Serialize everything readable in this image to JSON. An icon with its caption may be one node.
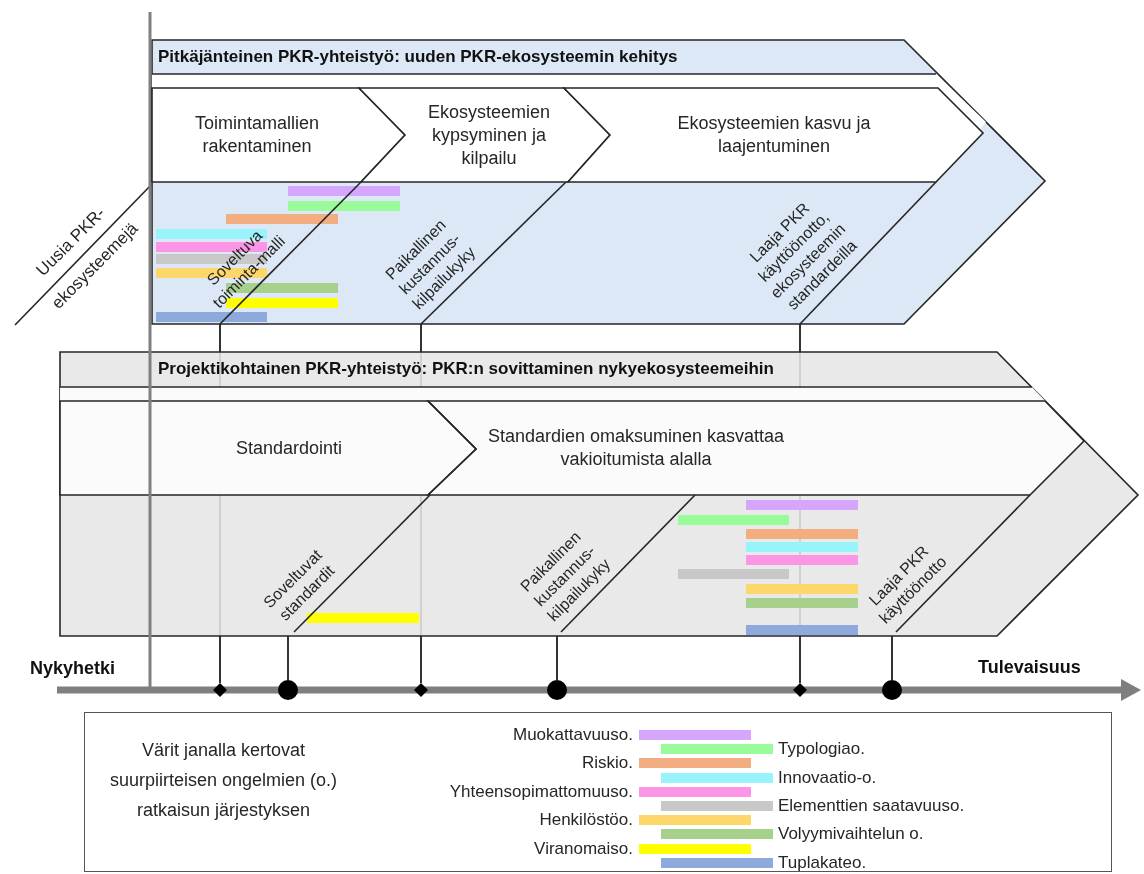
{
  "diagram": {
    "nodes": [
      {
        "text": [
          "Pitkäjänteinen PKR-yhteistyö: uuden PKR-ekosysteemin kehitys"
        ]
      },
      {
        "text": [
          "Toimintamallien rakentaminen"
        ],
        "in": 0
      },
      {
        "text": [
          "Ekosysteemien kypsyminen ja kilpailu"
        ],
        "in": 0
      },
      {
        "text": [
          "Ekosysteemien kasvu ja laajentuminen"
        ],
        "in": 0
      },
      {
        "text": [
          "Soveltuva toiminta-malli"
        ],
        "in": 0
      },
      {
        "text": [
          "Paikallinen kustannus-kilpailukyky"
        ],
        "in": 0
      },
      {
        "text": [
          "Laaja PKR käyttöönotto, ekosysteemin standardeilla"
        ],
        "in": 0
      },
      {
        "text": [
          "Projektikohtainen PKR-yhteistyö: PKR:n sovittaminen nykyekosysteemeihin"
        ]
      },
      {
        "text": [
          "Standardointi"
        ],
        "in": 7
      },
      {
        "text": [
          "Standardien omaksuminen kasvattaa vakioitumista alalla"
        ],
        "in": 7
      },
      {
        "text": [
          "Soveltuvat standardit"
        ],
        "in": 7
      },
      {
        "text": [
          "Paikallinen kustannus-kilpailukyky"
        ],
        "in": 7
      },
      {
        "text": [
          "Laaja PKR käyttöönotto"
        ],
        "in": 7
      },
      {
        "text": [],
        "shape": "diamond"
      },
      {
        "text": [],
        "shape": "circle"
      },
      {
        "text": [],
        "shape": "diamond"
      },
      {
        "text": [],
        "shape": "circle"
      },
      {
        "text": [],
        "shape": "diamond"
      },
      {
        "text": [],
        "shape": "circle"
      }
    ],
    "edges": [
      {
        "from": 4,
        "to": 13,
        "arrow": "none"
      },
      {
        "from": 10,
        "to": 14,
        "arrow": "none"
      },
      {
        "from": 5,
        "to": 15,
        "arrow": "none"
      },
      {
        "from": 11,
        "to": 16,
        "arrow": "none"
      },
      {
        "from": 6,
        "to": 17,
        "arrow": "none"
      },
      {
        "from": 12,
        "to": 18,
        "arrow": "none"
      }
    ],
    "labels": [
      "Uusia PKR-ekosysteemejä",
      "Nykyhetki",
      "Tulevaisuus",
      "Värit janalla kertovat suurpiirteisen ongelmien (o.) ratkaisun järjestyksen"
    ],
    "legend": [
      {
        "text": "Muokattavuuso.",
        "color": "#d5a6fb"
      },
      {
        "text": "Typologiao.",
        "color": "#99fb99"
      },
      {
        "text": "Riskio.",
        "color": "#f2ae80"
      },
      {
        "text": "Innovaatio-o.",
        "color": "#99f3fb"
      },
      {
        "text": "Yhteensopimattomuuso.",
        "color": "#fb96e6"
      },
      {
        "text": "Elementtien saatavuuso.",
        "color": "#c8c8c8"
      },
      {
        "text": "Henkilöstöo.",
        "color": "#fdd769"
      },
      {
        "text": "Volyymivaihtelun o.",
        "color": "#a8d08d"
      },
      {
        "text": "Viranomaiso.",
        "color": "#ffff00"
      },
      {
        "text": "Tuplakateo.",
        "color": "#8eaadc"
      }
    ]
  }
}
